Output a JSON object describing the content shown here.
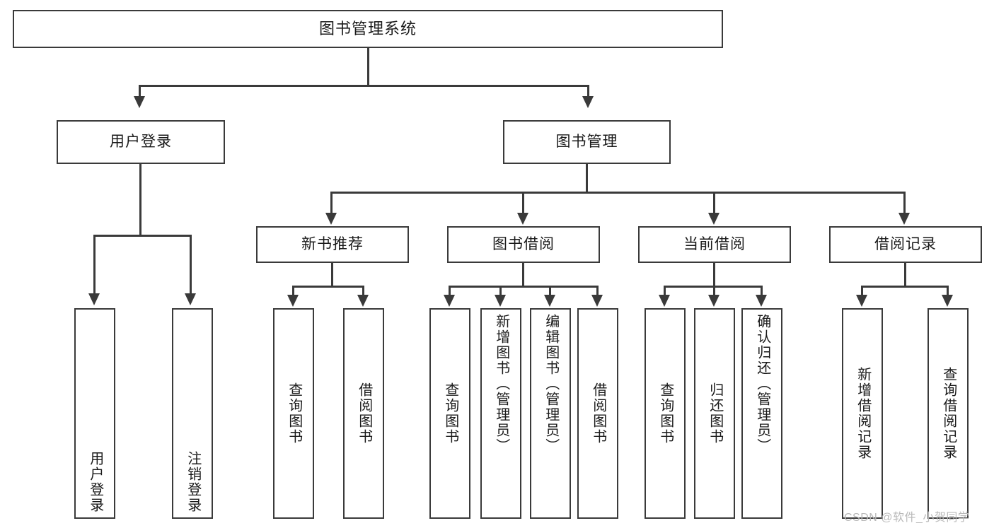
{
  "diagram": {
    "type": "tree-hierarchy-chart",
    "title": "图书管理系统",
    "root": {
      "label": "图书管理系统"
    },
    "level2": [
      {
        "id": "user-login",
        "label": "用户登录"
      },
      {
        "id": "book-manage",
        "label": "图书管理"
      }
    ],
    "level3": [
      {
        "id": "new-book-recommend",
        "label": "新书推荐"
      },
      {
        "id": "book-borrow",
        "label": "图书借阅"
      },
      {
        "id": "current-borrow",
        "label": "当前借阅"
      },
      {
        "id": "borrow-record",
        "label": "借阅记录"
      }
    ],
    "leaves": {
      "user_login": [
        {
          "id": "leaf-user-login",
          "label": "用户登录"
        },
        {
          "id": "leaf-user-logout",
          "label": "注销登录"
        }
      ],
      "new_book_recommend": [
        {
          "id": "leaf-query-book-1",
          "label": "查询图书"
        },
        {
          "id": "leaf-borrow-book-1",
          "label": "借阅图书"
        }
      ],
      "book_borrow": [
        {
          "id": "leaf-query-book-2",
          "label": "查询图书"
        },
        {
          "id": "leaf-add-book",
          "label": "新增图书（管理员）"
        },
        {
          "id": "leaf-edit-book",
          "label": "编辑图书（管理员）"
        },
        {
          "id": "leaf-borrow-book-2",
          "label": "借阅图书"
        }
      ],
      "current_borrow": [
        {
          "id": "leaf-query-book-3",
          "label": "查询图书"
        },
        {
          "id": "leaf-return-book",
          "label": "归还图书"
        },
        {
          "id": "leaf-confirm-return",
          "label": "确认归还（管理员）"
        }
      ],
      "borrow_record": [
        {
          "id": "leaf-add-record",
          "label": "新增借阅记录"
        },
        {
          "id": "leaf-query-record",
          "label": "查询借阅记录"
        }
      ]
    },
    "colors": {
      "stroke": "#3a3a3a",
      "text": "#1a1a1a",
      "background": "#ffffff",
      "watermark": "#b9b9b9"
    }
  },
  "watermark": {
    "text": "CSDN @软件_小贺同学"
  }
}
